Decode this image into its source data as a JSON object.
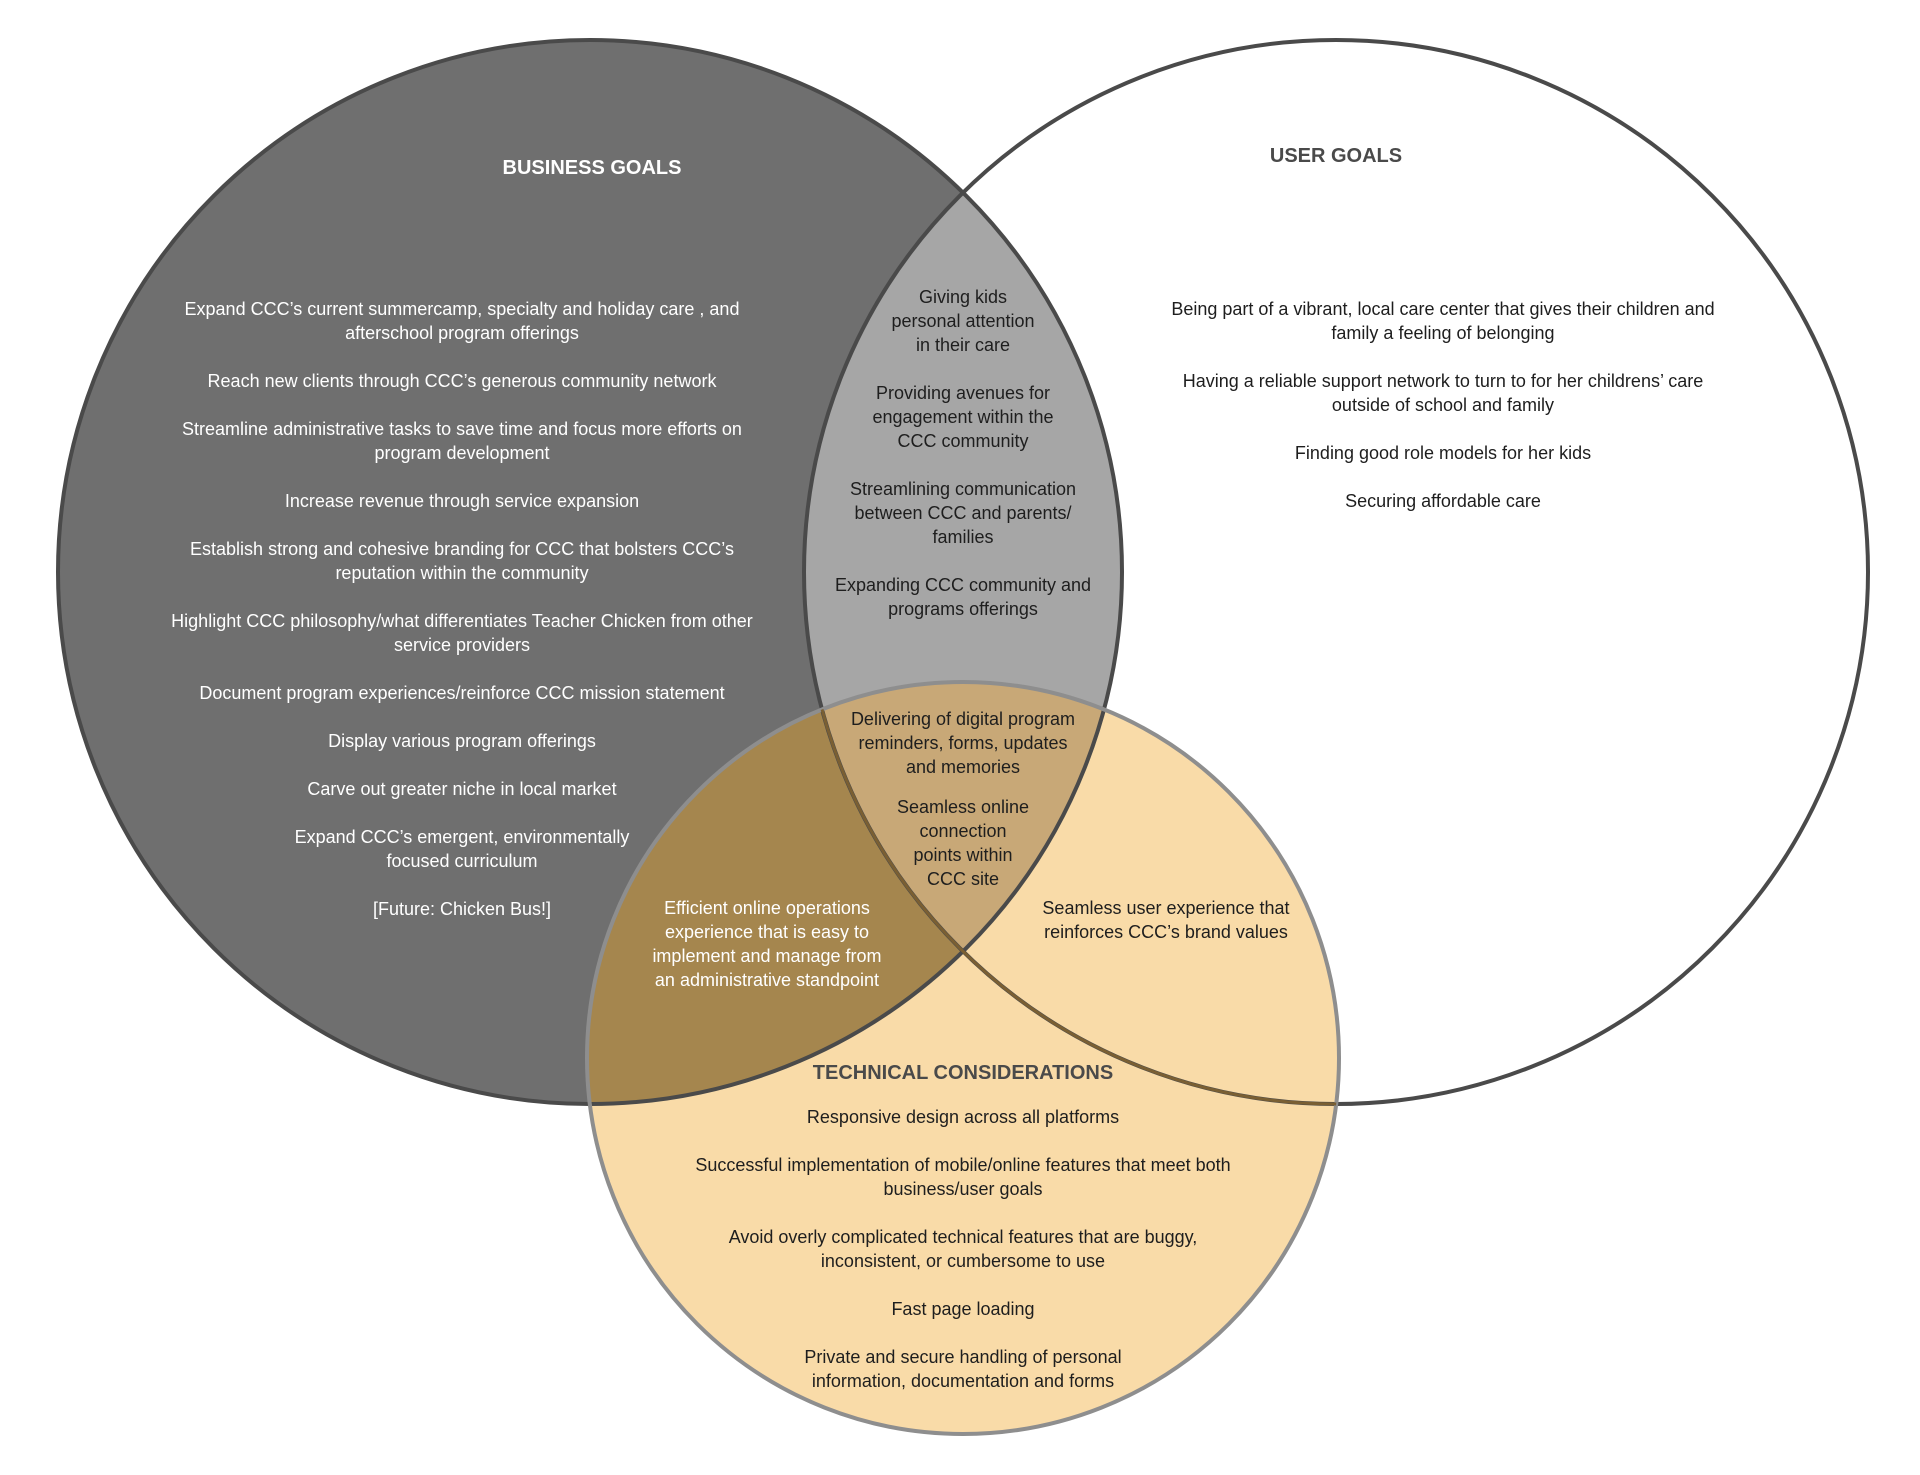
{
  "colors": {
    "business_fill": "#6f6f6f",
    "user_fill": "#ffffff",
    "business_user_overlap": "#a6a6a6",
    "technical_fill": "#f9dba8",
    "business_technical_overlap": "#a5864e",
    "all_three_overlap": "#c8a877",
    "outline": "#4a4a4a",
    "technical_outline": "#8e8e8e",
    "light_text": "#ffffff",
    "dark_text": "#1e1e1e",
    "heading_dark": "#4a4a4a"
  },
  "business": {
    "heading": "BUSINESS GOALS",
    "items": [
      [
        "Expand CCC’s current summercamp, specialty and holiday care , and",
        "afterschool program offerings"
      ],
      [
        "Reach new clients through CCC’s generous community network"
      ],
      [
        "Streamline administrative tasks to save time and focus more efforts on",
        "program development"
      ],
      [
        "Increase revenue through service expansion"
      ],
      [
        "Establish strong and cohesive branding for CCC that bolsters CCC’s",
        "reputation within the community"
      ],
      [
        "Highlight CCC philosophy/what differentiates Teacher Chicken from other",
        "service providers"
      ],
      [
        "Document program experiences/reinforce CCC mission statement"
      ],
      [
        "Display various program offerings"
      ],
      [
        "Carve out greater niche in local market"
      ],
      [
        "Expand CCC’s emergent, environmentally",
        "focused curriculum"
      ],
      [
        "[Future: Chicken Bus!]"
      ]
    ]
  },
  "user": {
    "heading": "USER GOALS",
    "items": [
      [
        "Being part of a vibrant, local care center that gives their children and",
        "family a feeling of belonging"
      ],
      [
        "Having a reliable support network to turn to for her childrens’ care",
        "outside of school and family"
      ],
      [
        "Finding good role models for her kids"
      ],
      [
        "Securing affordable care"
      ]
    ]
  },
  "business_user": {
    "items": [
      [
        "Giving kids",
        "personal attention",
        "in their care"
      ],
      [
        "Providing avenues for",
        "engagement within the",
        "CCC community"
      ],
      [
        "Streamlining communication",
        "between CCC and parents/",
        "families"
      ],
      [
        "Expanding CCC community and",
        "programs offerings"
      ]
    ]
  },
  "all_three": {
    "items": [
      [
        "Delivering of digital program",
        "reminders, forms, updates",
        "and memories"
      ],
      [
        "Seamless online",
        "connection",
        "points within",
        "CCC site"
      ]
    ]
  },
  "business_technical": {
    "items": [
      [
        "Efficient online operations",
        "experience that is easy to",
        "implement and manage from",
        "an administrative standpoint"
      ]
    ]
  },
  "user_technical": {
    "items": [
      [
        "Seamless user experience that",
        "reinforces CCC’s brand values"
      ]
    ]
  },
  "technical": {
    "heading": "TECHNICAL CONSIDERATIONS",
    "items": [
      [
        "Responsive design across all platforms"
      ],
      [
        "Successful implementation of mobile/online features that meet both",
        "business/user goals"
      ],
      [
        "Avoid overly complicated technical features that are buggy,",
        "inconsistent, or cumbersome to use"
      ],
      [
        "Fast page loading"
      ],
      [
        "Private and secure handling of personal",
        "information, documentation and forms"
      ]
    ]
  }
}
